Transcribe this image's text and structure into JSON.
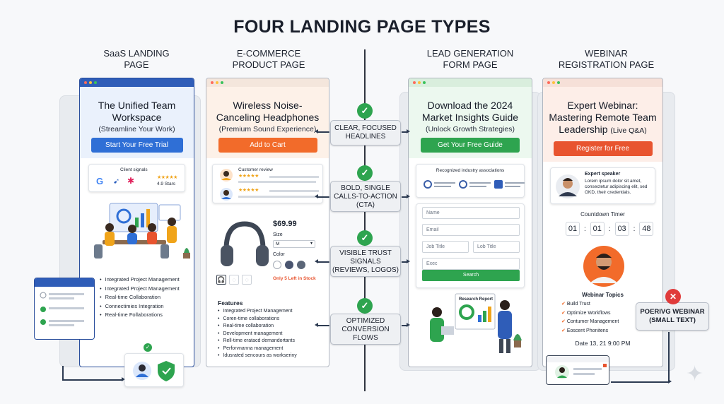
{
  "title": "FOUR LANDING PAGE TYPES",
  "columns": [
    {
      "label": "SaaS LANDING PAGE",
      "line1": "SaaS LANDING",
      "line2": "PAGE"
    },
    {
      "label": "E-COMMERCE PRODUCT PAGE",
      "line1": "E-COMMERCE",
      "line2": "PRODUCT PAGE"
    },
    {
      "label": "LEAD GENERATION FORM PAGE",
      "line1": "LEAD GENERATION",
      "line2": "FORM PAGE"
    },
    {
      "label": "WEBINAR REGISTRATION PAGE",
      "line1": "WEBINAR",
      "line2": "REGISTRATION PAGE"
    }
  ],
  "saas": {
    "headline1": "The Unified Team",
    "headline2": "Workspace",
    "subhead": "(Streamline Your Work)",
    "cta": "Start Your Free Trial",
    "client_signals": "Client signals",
    "stars": "★★★★★",
    "rating": "4.9 Stars",
    "features": [
      "Integrated Project Management",
      "Integrated Project Management",
      "Real-time Collaboration",
      "Connectimies Integration",
      "Real-time Follaborations"
    ],
    "brand_color": "#2f6fd6"
  },
  "ecommerce": {
    "headline1": "Wireless Noise-",
    "headline2": "Canceling Headphones",
    "subhead": "(Premium Sound Experience)",
    "cta": "Add to Cart",
    "review_label": "Customer review",
    "stars": "★★★★★",
    "price": "$69.99",
    "size_label": "Size",
    "size_value": "M",
    "color_label": "Color",
    "stock": "Only 5 Left in Stock",
    "features_title": "Features",
    "features": [
      "Integrated Project Management",
      "Coren-time collaborations",
      "Real-time collaboration",
      "Development management",
      "Rell-time eratacd demandortants",
      "Perforvnanna management",
      "Idusrated sencours as workseriny"
    ],
    "brand_color": "#f26b2a"
  },
  "leadgen": {
    "headline1": "Download the 2024",
    "headline2": "Market Insights Guide",
    "subhead": "(Unlock Growth Strategies)",
    "cta": "Get Your Free Guide",
    "associations": "Recognized industry associations",
    "fields": {
      "name": "Name",
      "email": "Email",
      "job": "Job Title",
      "lob": "Lob Title",
      "exec": "Exec"
    },
    "search": "Search",
    "report": "Research Report",
    "brand_color": "#2ea44f"
  },
  "webinar": {
    "headline1": "Expert Webinar:",
    "headline2": "Mastering Remote Team",
    "headline3": "Leadership",
    "headline3_suffix": "(Live Q&A)",
    "cta": "Register for Free",
    "speaker_title": "Expert speaker",
    "speaker_text": "Lorem ipsum dolor sit amet, consectetur adipiscing elit, sed OKD, their credentials.",
    "countdown_label": "Countdown Timer",
    "timer": [
      "01",
      "01",
      "03",
      "48"
    ],
    "topics_title": "Webinar Topics",
    "topics": [
      "Build Trust",
      "Optimize Workflows",
      "Contumer Management",
      "Eoscent Phonitens"
    ],
    "date": "Date 13, 21 9:00 PM",
    "brand_color": "#e8542f"
  },
  "callouts": [
    {
      "line1": "CLEAR, FOCUSED",
      "line2": "HEADLINES",
      "line3": ""
    },
    {
      "line1": "BOLD, SINGLE",
      "line2": "CALLS-TO-ACTION",
      "line3": "(CTA)"
    },
    {
      "line1": "VISIBLE TRUST",
      "line2": "SIGNALS",
      "line3": "(REVIEWS, LOGOS)"
    },
    {
      "line1": "OPTIMIZED",
      "line2": "CONVERSION",
      "line3": "FLOWS"
    }
  ],
  "warning": {
    "line1": "POERIVG WEBINAR",
    "line2": "(SMALL TEXT)"
  },
  "check_glyph": "✓",
  "x_glyph": "✕"
}
